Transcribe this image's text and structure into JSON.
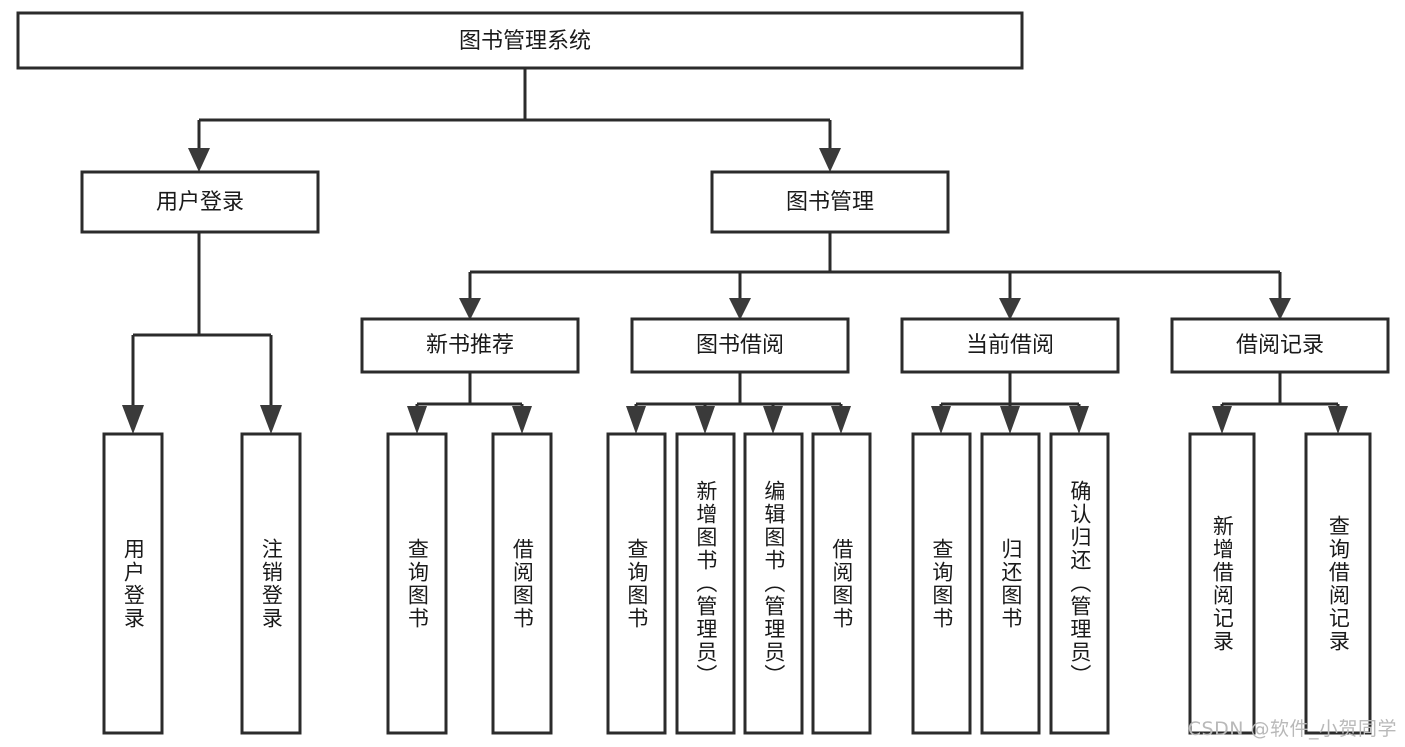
{
  "diagram": {
    "kind": "hierarchy-tree",
    "root": {
      "id": "root",
      "label": "图书管理系统",
      "orientation": "horizontal"
    },
    "level1": [
      {
        "id": "user-login",
        "label": "用户登录",
        "orientation": "horizontal"
      },
      {
        "id": "book-manage",
        "label": "图书管理",
        "orientation": "horizontal"
      }
    ],
    "level2": [
      {
        "id": "new-book-recommend",
        "label": "新书推荐",
        "orientation": "horizontal",
        "parent": "book-manage"
      },
      {
        "id": "book-borrow",
        "label": "图书借阅",
        "orientation": "horizontal",
        "parent": "book-manage"
      },
      {
        "id": "current-borrow",
        "label": "当前借阅",
        "orientation": "horizontal",
        "parent": "book-manage"
      },
      {
        "id": "borrow-record",
        "label": "借阅记录",
        "orientation": "horizontal",
        "parent": "book-manage"
      }
    ],
    "leaves": [
      {
        "id": "leaf-user-login",
        "label": "用户登录",
        "orientation": "vertical",
        "parent": "user-login"
      },
      {
        "id": "leaf-user-logout",
        "label": "注销登录",
        "orientation": "vertical",
        "parent": "user-login"
      },
      {
        "id": "leaf-query-book-1",
        "label": "查询图书",
        "orientation": "vertical",
        "parent": "new-book-recommend"
      },
      {
        "id": "leaf-borrow-book-1",
        "label": "借阅图书",
        "orientation": "vertical",
        "parent": "new-book-recommend"
      },
      {
        "id": "leaf-query-book-2",
        "label": "查询图书",
        "orientation": "vertical",
        "parent": "book-borrow"
      },
      {
        "id": "leaf-add-book",
        "label": "新增图书（管理员）",
        "orientation": "vertical",
        "parent": "book-borrow"
      },
      {
        "id": "leaf-edit-book",
        "label": "编辑图书（管理员）",
        "orientation": "vertical",
        "parent": "book-borrow"
      },
      {
        "id": "leaf-borrow-book-2",
        "label": "借阅图书",
        "orientation": "vertical",
        "parent": "book-borrow"
      },
      {
        "id": "leaf-query-book-3",
        "label": "查询图书",
        "orientation": "vertical",
        "parent": "current-borrow"
      },
      {
        "id": "leaf-return-book",
        "label": "归还图书",
        "orientation": "vertical",
        "parent": "current-borrow"
      },
      {
        "id": "leaf-confirm-return",
        "label": "确认归还（管理员）",
        "orientation": "vertical",
        "parent": "current-borrow"
      },
      {
        "id": "leaf-add-record",
        "label": "新增借阅记录",
        "orientation": "vertical",
        "parent": "borrow-record"
      },
      {
        "id": "leaf-query-record",
        "label": "查询借阅记录",
        "orientation": "vertical",
        "parent": "borrow-record"
      }
    ]
  },
  "watermark": {
    "text": "CSDN @软件_小贺同学"
  },
  "colors": {
    "box_stroke": "#2b2b2b",
    "connector": "#2b2b2b",
    "arrow": "#3a3a3a",
    "text": "#1a1a1a",
    "background": "#ffffff",
    "watermark": "#b9b9b9"
  }
}
